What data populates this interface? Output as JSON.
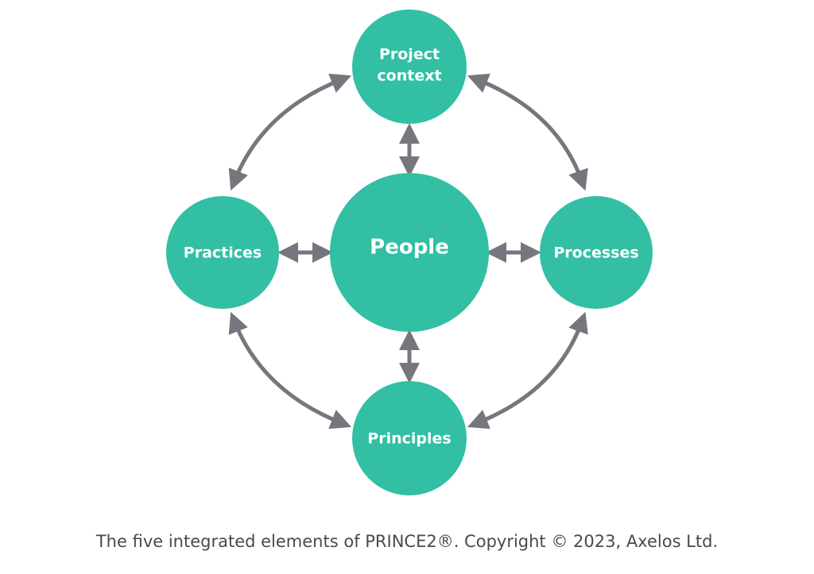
{
  "diagram": {
    "colors": {
      "node_fill": "#32bfa4",
      "arrow": "#76767e",
      "label": "#ffffff",
      "caption": "#4a4a4a"
    },
    "nodes": {
      "project_context": {
        "line1": "Project",
        "line2": "context"
      },
      "practices": "Practices",
      "people": "People",
      "processes": "Processes",
      "principles": "Principles"
    },
    "caption": "The five integrated elements of PRINCE2®. Copyright © 2023, Axelos Ltd."
  }
}
